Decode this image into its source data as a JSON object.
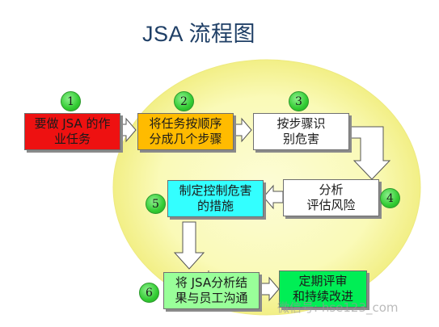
{
  "title": "JSA 流程图",
  "colors": {
    "ellipse": "#fafac0",
    "ellipse_edge": "#f3f08a",
    "red": "#ee1111",
    "orange": "#ffbb00",
    "white": "#ffffff",
    "cyan": "#33ffff",
    "light_green": "#99ff99",
    "green": "#00ee55",
    "number_circle": "#33cc33",
    "title_color": "#1f3f66"
  },
  "steps": [
    {
      "id": "s1",
      "number": "1",
      "label": "要做 JSA 的作\n业任务"
    },
    {
      "id": "s2",
      "number": "2",
      "label": "将任务按顺序\n分成几个步骤"
    },
    {
      "id": "s3",
      "number": "3",
      "label": "按步骤识\n别危害"
    },
    {
      "id": "s4",
      "number": "4",
      "label": "分析\n评估风险"
    },
    {
      "id": "s5",
      "number": "5",
      "label": "制定控制危害\n的措施"
    },
    {
      "id": "s6",
      "number": "6",
      "label": "将 JSA分析结\n果与员工沟通"
    },
    {
      "id": "s7",
      "number": "",
      "label": "定期评审\n和持续改进"
    }
  ],
  "watermark": "微信号: hse123_com"
}
